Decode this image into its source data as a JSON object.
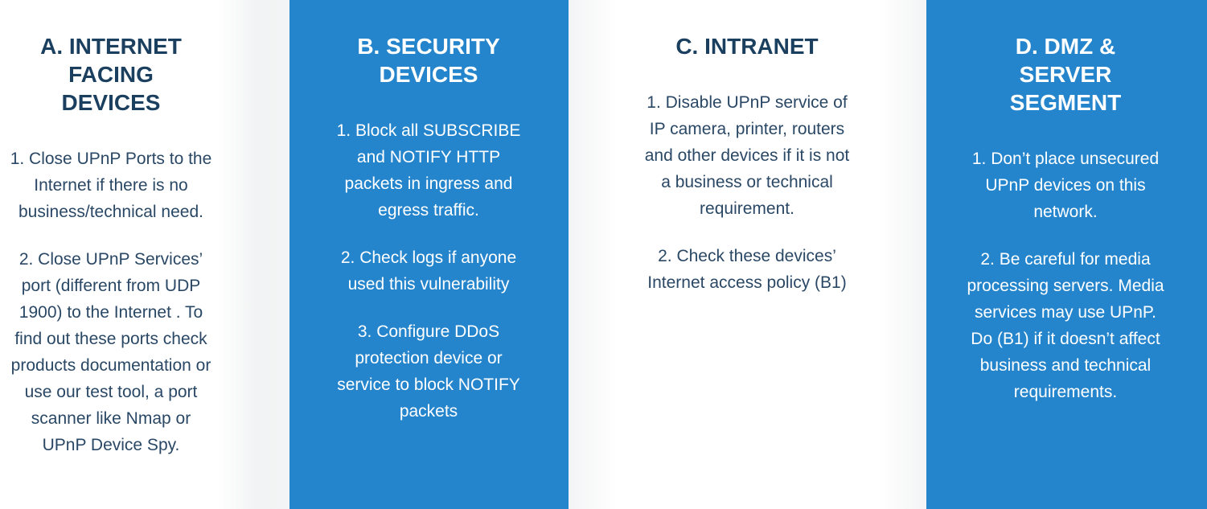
{
  "columns": [
    {
      "title": "A. INTERNET\nFACING\nDEVICES",
      "items": [
        "1. Close UPnP Ports to the\nInternet if there is no\nbusiness/technical need.",
        "2. Close UPnP Services’\nport (different from UDP\n1900) to the Internet . To\nfind out these ports check\nproducts documentation or\nuse our test tool, a port\nscanner like Nmap or\nUPnP Device Spy."
      ]
    },
    {
      "title": "B. SECURITY\nDEVICES",
      "items": [
        "1. Block all SUBSCRIBE\nand NOTIFY HTTP\npackets in ingress and\negress traffic.",
        "2. Check logs if anyone\nused this vulnerability",
        "3. Configure DDoS\nprotection device or\nservice to block NOTIFY\npackets"
      ]
    },
    {
      "title": "C. INTRANET",
      "items": [
        "1. Disable UPnP service of\nIP camera, printer, routers\nand other devices if it is not\na business or technical\nrequirement.",
        "2. Check these devices’\nInternet access policy (B1)"
      ]
    },
    {
      "title": "D. DMZ &\nSERVER\nSEGMENT",
      "items": [
        "1. Don’t place unsecured\nUPnP devices on this\nnetwork.",
        "2. Be careful for media\nprocessing servers. Media\nservices may use UPnP.\nDo (B1) if it doesn’t affect\nbusiness and technical\nrequirements."
      ]
    }
  ],
  "colors": {
    "blue": "#2585cc",
    "heading_dark": "#1b3f5e"
  }
}
